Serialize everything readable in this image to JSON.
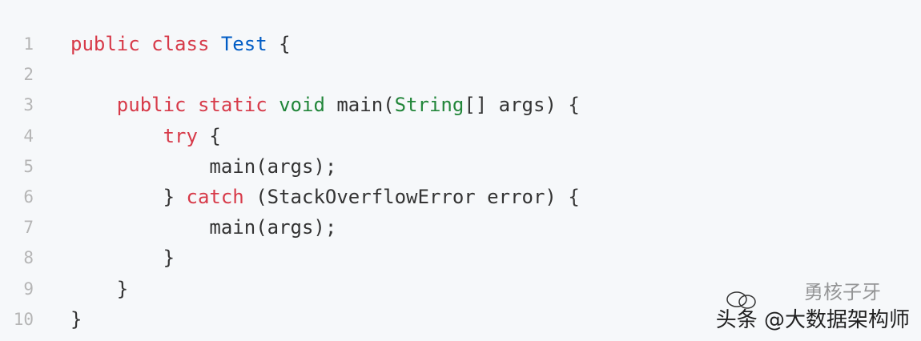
{
  "code": {
    "lines": [
      {
        "n": "1",
        "tokens": [
          {
            "t": "public",
            "c": "kw-red"
          },
          {
            "t": " ",
            "c": "plain"
          },
          {
            "t": "class",
            "c": "kw-red"
          },
          {
            "t": " ",
            "c": "plain"
          },
          {
            "t": "Test",
            "c": "kw-blue"
          },
          {
            "t": " {",
            "c": "plain"
          }
        ]
      },
      {
        "n": "2",
        "tokens": []
      },
      {
        "n": "3",
        "tokens": [
          {
            "t": "    ",
            "c": "plain"
          },
          {
            "t": "public",
            "c": "kw-red"
          },
          {
            "t": " ",
            "c": "plain"
          },
          {
            "t": "static",
            "c": "kw-red"
          },
          {
            "t": " ",
            "c": "plain"
          },
          {
            "t": "void",
            "c": "kw-green"
          },
          {
            "t": " main(",
            "c": "plain"
          },
          {
            "t": "String",
            "c": "kw-green"
          },
          {
            "t": "[] args) {",
            "c": "plain"
          }
        ]
      },
      {
        "n": "4",
        "tokens": [
          {
            "t": "        ",
            "c": "plain"
          },
          {
            "t": "try",
            "c": "kw-red"
          },
          {
            "t": " {",
            "c": "plain"
          }
        ]
      },
      {
        "n": "5",
        "tokens": [
          {
            "t": "            main(args);",
            "c": "plain"
          }
        ]
      },
      {
        "n": "6",
        "tokens": [
          {
            "t": "        } ",
            "c": "plain"
          },
          {
            "t": "catch",
            "c": "kw-red"
          },
          {
            "t": " (StackOverflowError error) {",
            "c": "plain"
          }
        ]
      },
      {
        "n": "7",
        "tokens": [
          {
            "t": "            main(args);",
            "c": "plain"
          }
        ]
      },
      {
        "n": "8",
        "tokens": [
          {
            "t": "        }",
            "c": "plain"
          }
        ]
      },
      {
        "n": "9",
        "tokens": [
          {
            "t": "    }",
            "c": "plain"
          }
        ]
      },
      {
        "n": "10",
        "tokens": [
          {
            "t": "}",
            "c": "plain"
          }
        ]
      }
    ]
  },
  "watermark": {
    "top_text": "勇核子牙",
    "main_text": "头条 @大数据架构师"
  },
  "colors": {
    "background": "#f6f8fa",
    "keyword_red": "#d73a49",
    "keyword_blue": "#005cc5",
    "keyword_green": "#22863a",
    "plain": "#333333",
    "line_number": "#b5b5b5"
  }
}
